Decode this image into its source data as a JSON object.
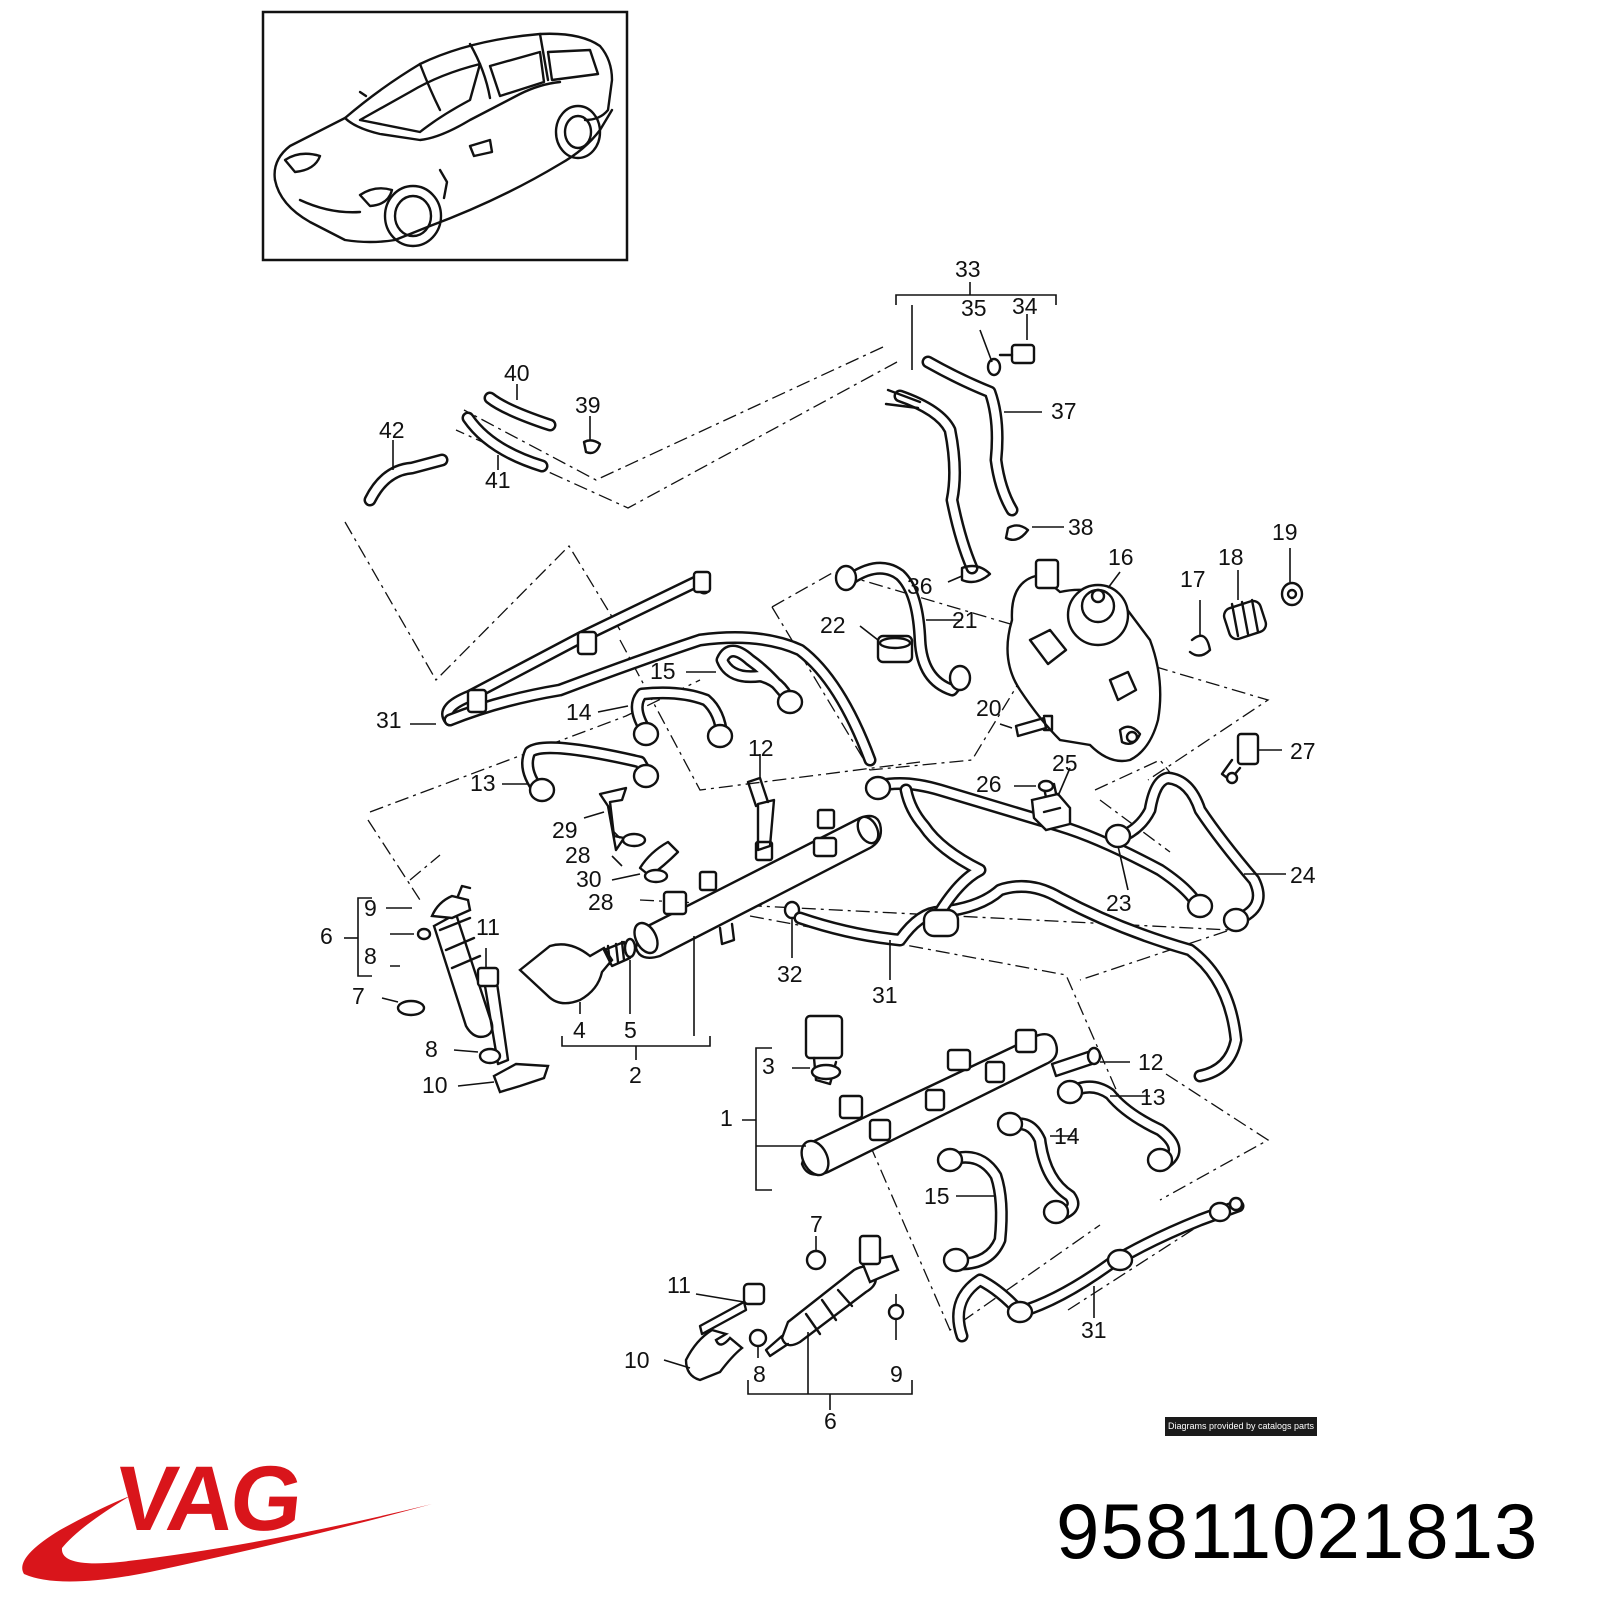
{
  "labels": [
    {
      "id": "33",
      "text": "33"
    },
    {
      "id": "35",
      "text": "35"
    },
    {
      "id": "34",
      "text": "34"
    },
    {
      "id": "40",
      "text": "40"
    },
    {
      "id": "39",
      "text": "39"
    },
    {
      "id": "37",
      "text": "37"
    },
    {
      "id": "42",
      "text": "42"
    },
    {
      "id": "41",
      "text": "41"
    },
    {
      "id": "38",
      "text": "38"
    },
    {
      "id": "16",
      "text": "16"
    },
    {
      "id": "18",
      "text": "18"
    },
    {
      "id": "19",
      "text": "19"
    },
    {
      "id": "17",
      "text": "17"
    },
    {
      "id": "36",
      "text": "36"
    },
    {
      "id": "21",
      "text": "21"
    },
    {
      "id": "22",
      "text": "22"
    },
    {
      "id": "15a",
      "text": "15"
    },
    {
      "id": "14a",
      "text": "14"
    },
    {
      "id": "31a",
      "text": "31"
    },
    {
      "id": "20",
      "text": "20"
    },
    {
      "id": "12a",
      "text": "12"
    },
    {
      "id": "25",
      "text": "25"
    },
    {
      "id": "27",
      "text": "27"
    },
    {
      "id": "13a",
      "text": "13"
    },
    {
      "id": "26",
      "text": "26"
    },
    {
      "id": "29",
      "text": "29"
    },
    {
      "id": "28a",
      "text": "28"
    },
    {
      "id": "30",
      "text": "30"
    },
    {
      "id": "24",
      "text": "24"
    },
    {
      "id": "28b",
      "text": "28"
    },
    {
      "id": "23",
      "text": "23"
    },
    {
      "id": "9a",
      "text": "9"
    },
    {
      "id": "6a",
      "text": "6"
    },
    {
      "id": "11a",
      "text": "11"
    },
    {
      "id": "8a",
      "text": "8"
    },
    {
      "id": "32",
      "text": "32"
    },
    {
      "id": "31b",
      "text": "31"
    },
    {
      "id": "7a",
      "text": "7"
    },
    {
      "id": "4",
      "text": "4"
    },
    {
      "id": "5",
      "text": "5"
    },
    {
      "id": "8b",
      "text": "8"
    },
    {
      "id": "2",
      "text": "2"
    },
    {
      "id": "12b",
      "text": "12"
    },
    {
      "id": "10a",
      "text": "10"
    },
    {
      "id": "3",
      "text": "3"
    },
    {
      "id": "13b",
      "text": "13"
    },
    {
      "id": "1",
      "text": "1"
    },
    {
      "id": "14b",
      "text": "14"
    },
    {
      "id": "15b",
      "text": "15"
    },
    {
      "id": "7b",
      "text": "7"
    },
    {
      "id": "11b",
      "text": "11"
    },
    {
      "id": "31c",
      "text": "31"
    },
    {
      "id": "10b",
      "text": "10"
    },
    {
      "id": "8c",
      "text": "8"
    },
    {
      "id": "9b",
      "text": "9"
    },
    {
      "id": "6b",
      "text": "6"
    }
  ],
  "credit": "Diagrams provided by catalogs parts",
  "brand": "VAG",
  "part_number": "95811021813",
  "colors": {
    "brand": "#d9151b",
    "ink": "#111111",
    "credit_bg": "#1a1a1a"
  },
  "icons": {
    "car": "sedan-hatchback-icon"
  }
}
